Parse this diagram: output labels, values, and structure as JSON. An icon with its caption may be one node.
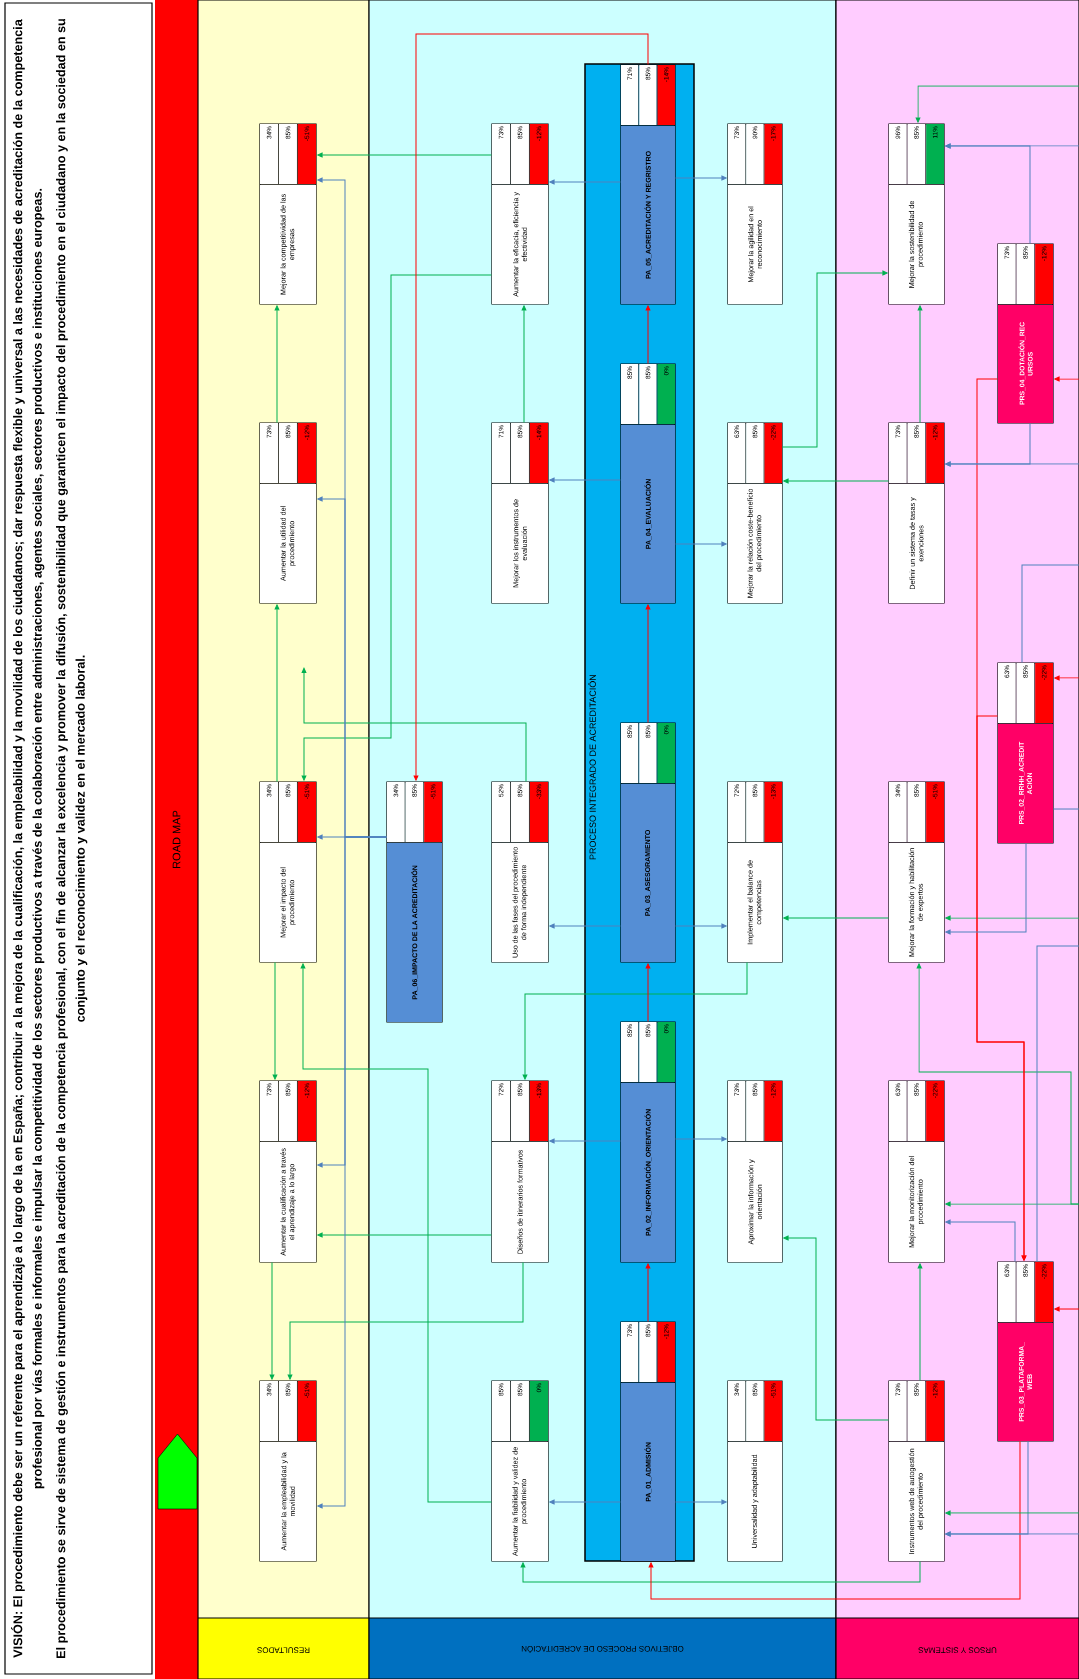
{
  "diagram": {
    "nodes": [
      {
        "text": [
          "VISIÓN: El procedimiento debe ser un referente para el aprendizaje a lo largo de la en España; contribuir a la mejora de la cualificación, la empleabilidad y la movilidad de los ciudadanos; dar respuesta flexible y universal a las necesidades de acreditación de la competencia profesional por vías formales e informales e impulsar la competitividad de los sectores productivos a través de la colaboración entre administraciones, agentes sociales, sectores productivos e instituciones europeas.",
          "El procedimiento se sirve de sistema de gestión e instrumentos para la acreditación de la competencia profesional, con el fin de alcanzar la excelencia y promover la difusión, sostenibilidad que garanticen el impacto del procedimiento en el ciudadano y en la sociedad en su conjunto y el reconocimiento y validez en el mercado laboral."
        ]
      },
      {
        "text": [
          "ROAD MAP"
        ]
      },
      {
        "text": [
          "RESULTADOS"
        ]
      },
      {
        "text": [
          "Aumentar la empleabilidad y la movilidad",
          "34%",
          "85%",
          "-51%"
        ],
        "in": 2
      },
      {
        "text": [
          "Aumentar la cualificación a través el aprendizaje a lo largo",
          "73%",
          "85%",
          "-12%"
        ],
        "in": 2
      },
      {
        "text": [
          "Mejorar el impacto del procedimiento",
          "34%",
          "85%",
          "-51%"
        ],
        "in": 2
      },
      {
        "text": [
          "Aumentar la utilidad del procedimiento",
          "73%",
          "85%",
          "-12%"
        ],
        "in": 2
      },
      {
        "text": [
          "Mejorar la competitividad de las empresas",
          "34%",
          "85%",
          "-51%"
        ],
        "in": 2
      },
      {
        "text": [
          "OBJETIVOS PROCESO DE ACREDITACIÓN"
        ]
      },
      {
        "text": [
          "Aumentar la fiabilidad y validez de procedimiento",
          "85%",
          "85%",
          "0%"
        ],
        "in": 8
      },
      {
        "text": [
          "Diseños de itinerarios formativos",
          "72%",
          "85%",
          "-13%"
        ],
        "in": 8
      },
      {
        "text": [
          "Uso de las fases del procedimiento de forma independiente",
          "52%",
          "85%",
          "-33%"
        ],
        "in": 8
      },
      {
        "text": [
          "Mejorar los instrumentos de evaluación",
          "71%",
          "85%",
          "-14%"
        ],
        "in": 8
      },
      {
        "text": [
          "Aumentar la eficacia, eficiencia y efectividad",
          "73%",
          "85%",
          "-12%"
        ],
        "in": 8
      },
      {
        "text": [
          "PA_06_IMPACTO DE LA ACREDITACIÓN",
          "34%",
          "85%",
          "-51%"
        ],
        "in": 8
      },
      {
        "text": [
          "PROCESO INTEGRADO DE ACREDITACIÓN"
        ],
        "in": 8
      },
      {
        "text": [
          "PA_01_ADMISIÓN",
          "73%",
          "85%",
          "-12%"
        ],
        "in": 15
      },
      {
        "text": [
          "PA_02_INFORMACIÓN_ORIENTACIÓN",
          "85%",
          "85%",
          "0%"
        ],
        "in": 15
      },
      {
        "text": [
          "PA_03_ASESORAMIENTO",
          "85%",
          "85%",
          "0%"
        ],
        "in": 15
      },
      {
        "text": [
          "PA_04_EVALUACIÓN",
          "85%",
          "85%",
          "0%"
        ],
        "in": 15
      },
      {
        "text": [
          "PA_05_ACREDITACIÓN Y REGRISTRO",
          "71%",
          "85%",
          "-14%"
        ],
        "in": 15
      },
      {
        "text": [
          "Universalidad y adaptabilidad",
          "34%",
          "85%",
          "-51%"
        ],
        "in": 8
      },
      {
        "text": [
          "Aproximar la información y orientación",
          "73%",
          "85%",
          "-12%"
        ],
        "in": 8
      },
      {
        "text": [
          "Implementar el balance de competencias",
          "72%",
          "85%",
          "-13%"
        ],
        "in": 8
      },
      {
        "text": [
          "Mejorar la relación coste-beneficio del procedimiento",
          "63%",
          "85%",
          "-22%"
        ],
        "in": 8
      },
      {
        "text": [
          "Mejorar la agilidad en el reconocimiento",
          "73%",
          "90%",
          "-17%"
        ],
        "in": 8
      },
      {
        "text": [
          "URSOS Y SISTEMAS"
        ]
      },
      {
        "text": [
          "Instrumentos web de autogestión del procedimiento",
          "73%",
          "85%",
          "-12%"
        ],
        "in": 26
      },
      {
        "text": [
          "Mejorar la monitorización del procedimiento",
          "63%",
          "85%",
          "-22%"
        ],
        "in": 26
      },
      {
        "text": [
          "Mejorar la formación y habilitación de expertos",
          "34%",
          "85%",
          "-51%"
        ],
        "in": 26
      },
      {
        "text": [
          "Definir un sistema de tasas y exenciones",
          "73%",
          "85%",
          "-12%"
        ],
        "in": 26
      },
      {
        "text": [
          "Mejorar la sostenibilidad de procedimiento",
          "96%",
          "85%",
          "11%"
        ],
        "in": 26
      },
      {
        "text": [
          "PRS_03_PLATAFORMA_ WEB",
          "63%",
          "85%",
          "-22%"
        ],
        "in": 26
      },
      {
        "text": [
          "PRS_02_RRHH_ACREDIT ACIÓN",
          "63%",
          "85%",
          "-22%"
        ],
        "in": 26
      },
      {
        "text": [
          "PRS_04_DOTACIÓN_REC URSOS",
          "73%",
          "85%",
          "-12%"
        ],
        "in": 26
      },
      {
        "text": [],
        "shape": "pentagon",
        "in": 1
      }
    ],
    "edges": [
      {
        "from": 6,
        "to": 7,
        "arrow": "to",
        "color": "#00b050"
      },
      {
        "from": 5,
        "to": 6,
        "arrow": "to",
        "color": "#00b050"
      },
      {
        "from": 5,
        "to": 4,
        "arrow": "to",
        "color": "#00b050"
      },
      {
        "from": 4,
        "to": 3,
        "arrow": "to",
        "color": "#00b050"
      },
      {
        "from": 13,
        "to": 7,
        "arrow": "to",
        "color": "#00b050"
      },
      {
        "from": 13,
        "to": 5,
        "arrow": "to",
        "color": "#00b050"
      },
      {
        "from": 11,
        "to": null,
        "arrow": "to",
        "color": "#00b050"
      },
      {
        "from": 9,
        "to": 5,
        "arrow": "to",
        "color": "#00b050"
      },
      {
        "from": 10,
        "to": 4,
        "arrow": "to",
        "color": "#00b050"
      },
      {
        "from": 10,
        "to": 3,
        "arrow": "to",
        "color": "#00b050"
      },
      {
        "from": 23,
        "to": 10,
        "arrow": "to",
        "color": "#00b050"
      },
      {
        "from": 12,
        "to": 13,
        "arrow": "to",
        "color": "#00b050"
      },
      {
        "from": 27,
        "to": 9,
        "arrow": "to",
        "color": "#00b050"
      },
      {
        "from": 27,
        "to": 22,
        "arrow": "to",
        "color": "#00b050"
      },
      {
        "from": 27,
        "to": 28,
        "arrow": "to",
        "color": "#00b050"
      },
      {
        "from": null,
        "to": 28,
        "arrow": "to",
        "color": "#00b050"
      },
      {
        "from": null,
        "to": 29,
        "arrow": "to",
        "color": "#00b050"
      },
      {
        "from": null,
        "to": 29,
        "arrow": "to",
        "color": "#00b050"
      },
      {
        "from": 29,
        "to": 23,
        "arrow": "to",
        "color": "#00b050"
      },
      {
        "from": 24,
        "to": 31,
        "arrow": "to",
        "color": "#00b050"
      },
      {
        "from": 30,
        "to": 24,
        "arrow": "to",
        "color": "#00b050"
      },
      {
        "from": 30,
        "to": 31,
        "arrow": "to",
        "color": "#00b050"
      },
      {
        "from": null,
        "to": 31,
        "arrow": "to",
        "color": "#00b050"
      },
      {
        "from": 16,
        "to": 17,
        "arrow": "to",
        "color": "#ff0000"
      },
      {
        "from": 17,
        "to": 18,
        "arrow": "to",
        "color": "#ff0000"
      },
      {
        "from": 18,
        "to": 19,
        "arrow": "to",
        "color": "#ff0000"
      },
      {
        "from": 19,
        "to": 20,
        "arrow": "to",
        "color": "#ff0000"
      },
      {
        "from": 20,
        "to": 14,
        "arrow": "to",
        "color": "#ff0000"
      },
      {
        "from": 32,
        "to": 16,
        "arrow": "to",
        "color": "#ff0000"
      },
      {
        "from": 34,
        "to": 32,
        "arrow": "to",
        "color": "#ff0000"
      },
      {
        "from": 33,
        "to": 32,
        "arrow": "to",
        "color": "#ff0000"
      },
      {
        "from": null,
        "to": 34,
        "arrow": "to",
        "color": "#ff0000"
      },
      {
        "from": null,
        "to": 33,
        "arrow": "to",
        "color": "#ff0000"
      },
      {
        "from": null,
        "to": 32,
        "arrow": "to",
        "color": "#ff0000"
      },
      {
        "from": 20,
        "to": 13,
        "arrow": "to"
      },
      {
        "from": 20,
        "to": 25,
        "arrow": "to"
      },
      {
        "from": 19,
        "to": 12,
        "arrow": "to"
      },
      {
        "from": 19,
        "to": 24,
        "arrow": "to"
      },
      {
        "from": 18,
        "to": 11,
        "arrow": "to"
      },
      {
        "from": 18,
        "to": 23,
        "arrow": "to"
      },
      {
        "from": 17,
        "to": 10,
        "arrow": "to"
      },
      {
        "from": 17,
        "to": 22,
        "arrow": "to"
      },
      {
        "from": 16,
        "to": 9,
        "arrow": "to"
      },
      {
        "from": 16,
        "to": 21,
        "arrow": "to"
      },
      {
        "from": 14,
        "to": 5,
        "arrow": "to"
      },
      {
        "from": 14,
        "to": 7,
        "arrow": "to"
      },
      {
        "from": 14,
        "to": 6,
        "arrow": "to"
      },
      {
        "from": 14,
        "to": 4,
        "arrow": "to"
      },
      {
        "from": 14,
        "to": 3,
        "arrow": "to"
      },
      {
        "from": 34,
        "to": 31,
        "arrow": "to"
      },
      {
        "from": null,
        "to": 31,
        "arrow": "to"
      },
      {
        "from": 34,
        "to": 30,
        "arrow": "to"
      },
      {
        "from": null,
        "to": 30,
        "arrow": "to"
      },
      {
        "from": 33,
        "to": null,
        "arrow": "none"
      },
      {
        "from": 33,
        "to": null,
        "arrow": "none"
      },
      {
        "from": 33,
        "to": 29,
        "arrow": "to"
      },
      {
        "from": 32,
        "to": null,
        "arrow": "none"
      },
      {
        "from": 32,
        "to": 28,
        "arrow": "to"
      },
      {
        "from": 32,
        "to": 27,
        "arrow": "to"
      },
      {
        "from": null,
        "to": 27,
        "arrow": "to"
      },
      {
        "from": null,
        "to": 27,
        "arrow": "to",
        "color": "#00b050"
      }
    ]
  }
}
